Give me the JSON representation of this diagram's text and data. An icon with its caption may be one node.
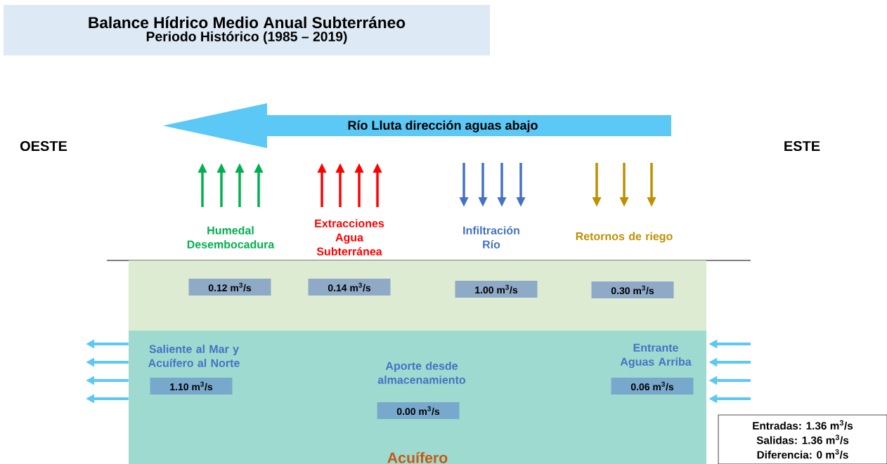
{
  "diagram": {
    "nodes": [
      {
        "text": [
          "Balance Hídrico Medio Anual Subterráneo",
          "Periodo Histórico (1985 – 2019)"
        ]
      },
      {
        "text": [
          "Río Lluta dirección aguas abajo"
        ]
      },
      {
        "text": [],
        "shape": "box"
      },
      {
        "text": [
          "Acuífero"
        ]
      },
      {
        "text": [
          "0.12 m$^{3}$/s"
        ],
        "in": 2
      },
      {
        "text": [
          "0.14 m$^{3}$/s"
        ],
        "in": 2
      },
      {
        "text": [
          "1.00 m$^{3}$/s"
        ],
        "in": 2
      },
      {
        "text": [
          "0.30 m$^{3}$/s"
        ],
        "in": 2
      },
      {
        "text": [
          "1.10 m$^{3}$/s"
        ],
        "in": 3,
        "beside": [
          "Saliente al Mar y Acuífero al Norte"
        ]
      },
      {
        "text": [
          "0.00 m$^{3}$/s"
        ],
        "in": 3,
        "beside": [
          "Aporte desde almacenamiento"
        ]
      },
      {
        "text": [
          "0.06 m$^{3}$/s"
        ],
        "in": 3,
        "beside": [
          "Entrante Aguas Arriba"
        ]
      },
      {
        "text": [
          "Entradas: 1.36 m$^{3}$/s",
          "Salidas: 1.36 m$^{3}$/s",
          "Diferencia: 0 m$^{3}$/s"
        ]
      }
    ],
    "edges": [
      {
        "from": 3,
        "to": null,
        "arrow": "to"
      },
      {
        "from": 3,
        "to": null,
        "arrow": "to"
      },
      {
        "from": 3,
        "to": null,
        "arrow": "to"
      },
      {
        "from": 3,
        "to": null,
        "arrow": "to"
      },
      {
        "from": null,
        "to": 3,
        "arrow": "to"
      },
      {
        "from": null,
        "to": 3,
        "arrow": "to"
      },
      {
        "from": null,
        "to": 3,
        "arrow": "to"
      },
      {
        "from": null,
        "to": 3,
        "arrow": "to"
      }
    ],
    "labels": [
      "OESTE",
      "ESTE",
      "Humedal Desembocadura",
      "Extracciones Agua Subterránea",
      "Infiltración Río",
      "Retornos de riego"
    ]
  }
}
